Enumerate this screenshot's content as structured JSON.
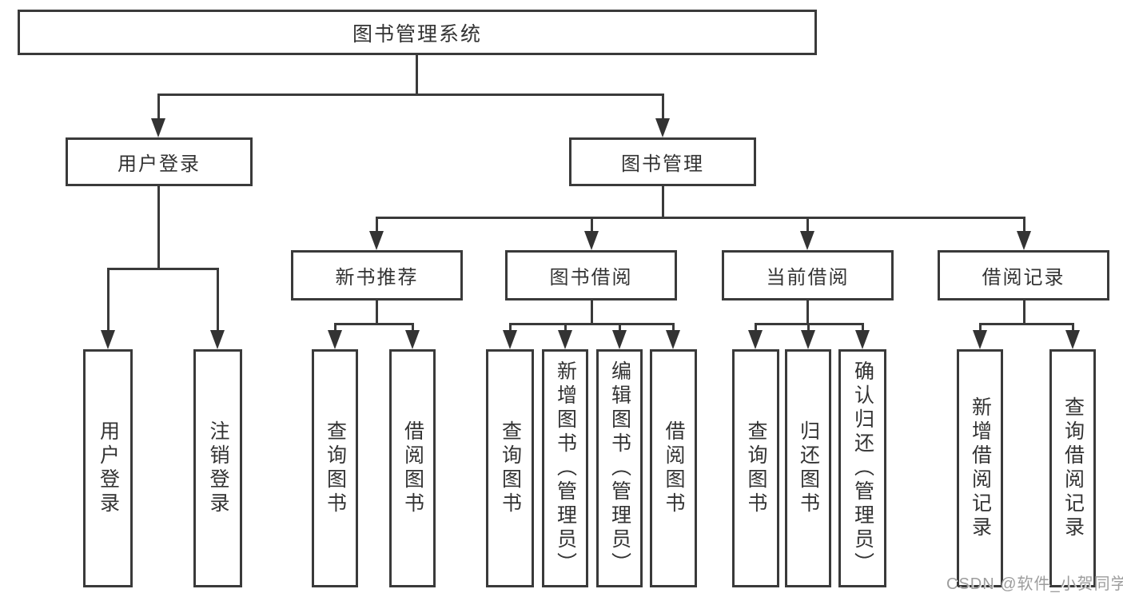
{
  "tree": {
    "root": {
      "label": "图书管理系统"
    },
    "children": [
      {
        "label": "用户登录",
        "children": [
          {
            "label": "用户登录"
          },
          {
            "label": "注销登录"
          }
        ]
      },
      {
        "label": "图书管理",
        "children": [
          {
            "label": "新书推荐",
            "children": [
              {
                "label": "查询图书"
              },
              {
                "label": "借阅图书"
              }
            ]
          },
          {
            "label": "图书借阅",
            "children": [
              {
                "label": "查询图书"
              },
              {
                "label": "新增图书（管理员）"
              },
              {
                "label": "编辑图书（管理员）"
              },
              {
                "label": "借阅图书"
              }
            ]
          },
          {
            "label": "当前借阅",
            "children": [
              {
                "label": "查询图书"
              },
              {
                "label": "归还图书"
              },
              {
                "label": "确认归还（管理员）"
              }
            ]
          },
          {
            "label": "借阅记录",
            "children": [
              {
                "label": "新增借阅记录"
              },
              {
                "label": "查询借阅记录"
              }
            ]
          }
        ]
      }
    ]
  },
  "watermark": {
    "text": "CSDN @软件_小贺同学",
    "color": "#9d9d9d"
  },
  "colors": {
    "box_border": "#3a3a3a",
    "box_fill": "#ffffff",
    "text": "#333333",
    "connector": "#3a3a3a",
    "background": "#ffffff"
  }
}
